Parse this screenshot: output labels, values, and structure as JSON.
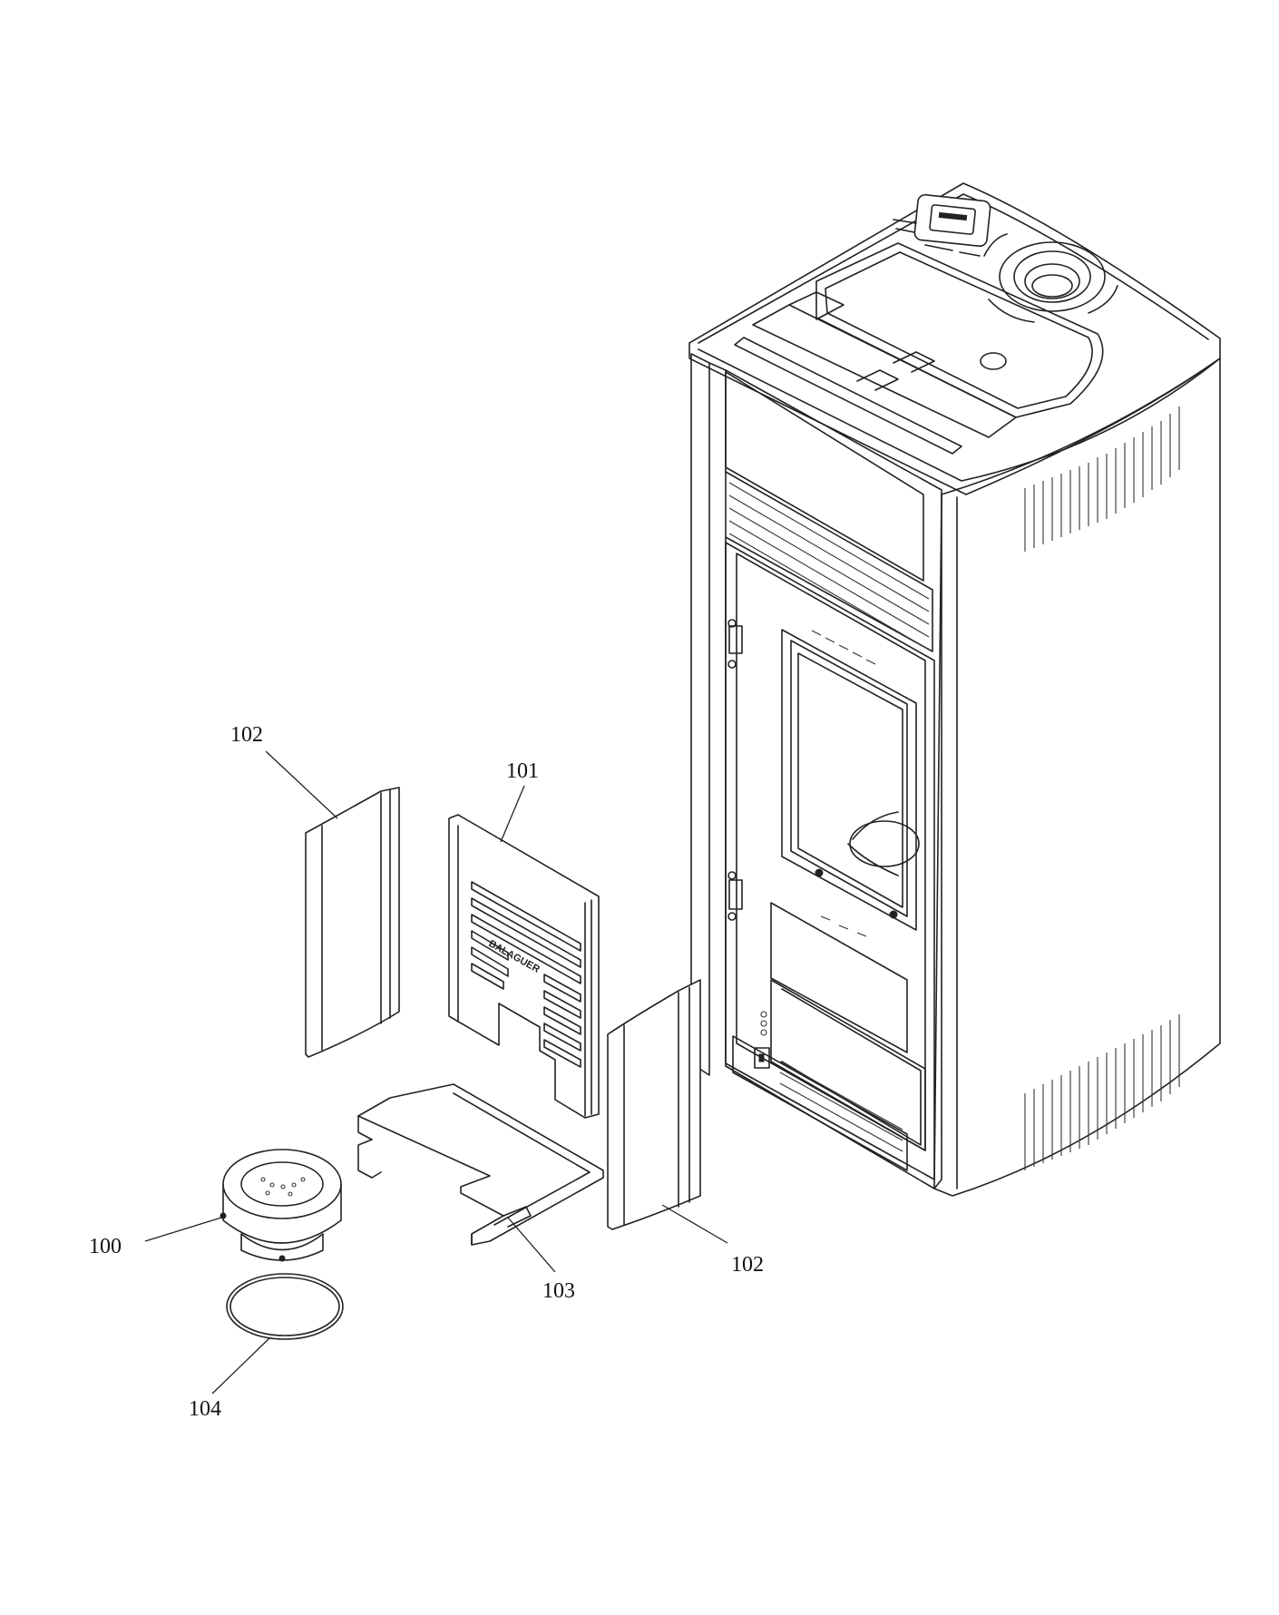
{
  "callouts": {
    "c100": "100",
    "c101": "101",
    "c102_top": "102",
    "c102_bottom": "102",
    "c103": "103",
    "c104": "104"
  },
  "panel_text": "BALAGUER"
}
